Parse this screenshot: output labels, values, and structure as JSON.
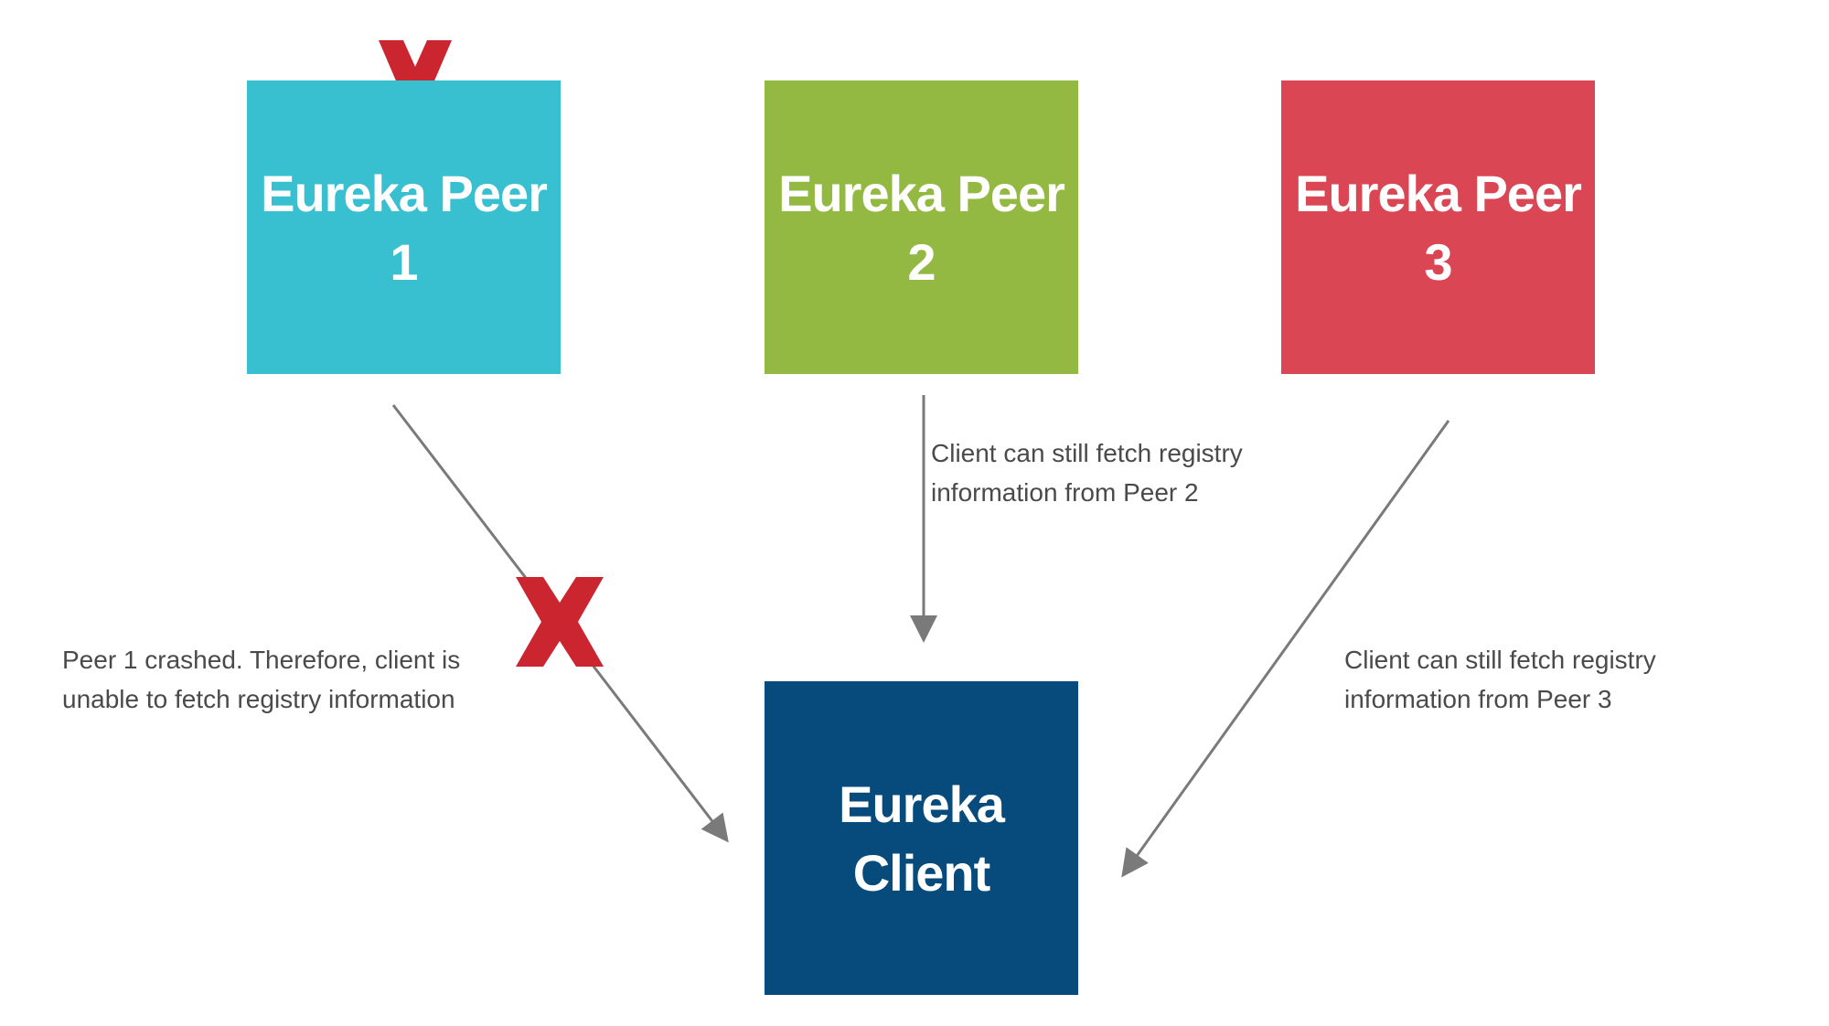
{
  "colors": {
    "peer1": "#38BFD0",
    "peer2": "#93B943",
    "peer3": "#DB4655",
    "client": "#064B7C",
    "arrow": "#7a7a7a",
    "cross": "#CB2530"
  },
  "nodes": {
    "peer1": {
      "label": "Eureka Peer\n1"
    },
    "peer2": {
      "label": "Eureka Peer\n2"
    },
    "peer3": {
      "label": "Eureka Peer\n3"
    },
    "client": {
      "label": "Eureka\nClient"
    }
  },
  "notes": {
    "peer1": [
      "Peer 1 crashed. Therefore, client is",
      "unable to fetch registry information"
    ],
    "peer2": [
      "Client can still fetch registry",
      "information from Peer 2"
    ],
    "peer3": [
      "Client can still fetch registry",
      "information from Peer 3"
    ]
  },
  "edges": [
    {
      "from": "peer1",
      "to": "client",
      "status": "broken"
    },
    {
      "from": "peer2",
      "to": "client",
      "status": "ok"
    },
    {
      "from": "peer3",
      "to": "client",
      "status": "ok"
    }
  ],
  "icons": {
    "peer1_cross": "cross-icon",
    "edge1_cross": "cross-icon"
  }
}
